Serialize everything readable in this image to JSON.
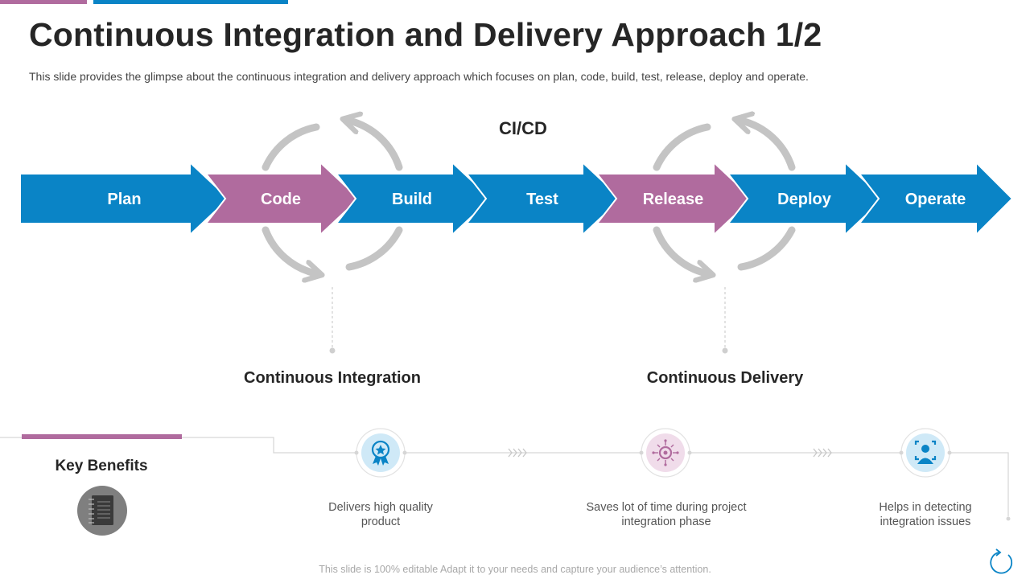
{
  "title": "Continuous Integration and Delivery Approach 1/2",
  "subtitle": "This slide provides the glimpse about the continuous integration and delivery approach which focuses on plan, code, build, test, release, deploy and operate.",
  "center_label": "CI/CD",
  "steps": [
    {
      "label": "Plan",
      "color": "#0a84c6"
    },
    {
      "label": "Code",
      "color": "#b06b9e"
    },
    {
      "label": "Build",
      "color": "#0a84c6"
    },
    {
      "label": "Test",
      "color": "#0a84c6"
    },
    {
      "label": "Release",
      "color": "#b06b9e"
    },
    {
      "label": "Deploy",
      "color": "#0a84c6"
    },
    {
      "label": "Operate",
      "color": "#0a84c6"
    }
  ],
  "sections": {
    "integration": "Continuous Integration",
    "delivery": "Continuous Delivery"
  },
  "key_benefits": {
    "title": "Key Benefits",
    "icon": "notebook-icon",
    "items": [
      {
        "text": "Delivers high quality product",
        "icon": "award-badge-icon",
        "color": "#0a84c6"
      },
      {
        "text": "Saves lot of time during project integration phase",
        "icon": "gear-circuit-icon",
        "color": "#b06b9e"
      },
      {
        "text": "Helps in detecting integration issues",
        "icon": "user-scan-icon",
        "color": "#0a84c6"
      }
    ]
  },
  "footer": "This slide is 100% editable Adapt it to your needs and capture your audience’s attention.",
  "colors": {
    "blue": "#0a84c6",
    "pink": "#b06b9e",
    "grey": "#c4c4c4"
  }
}
